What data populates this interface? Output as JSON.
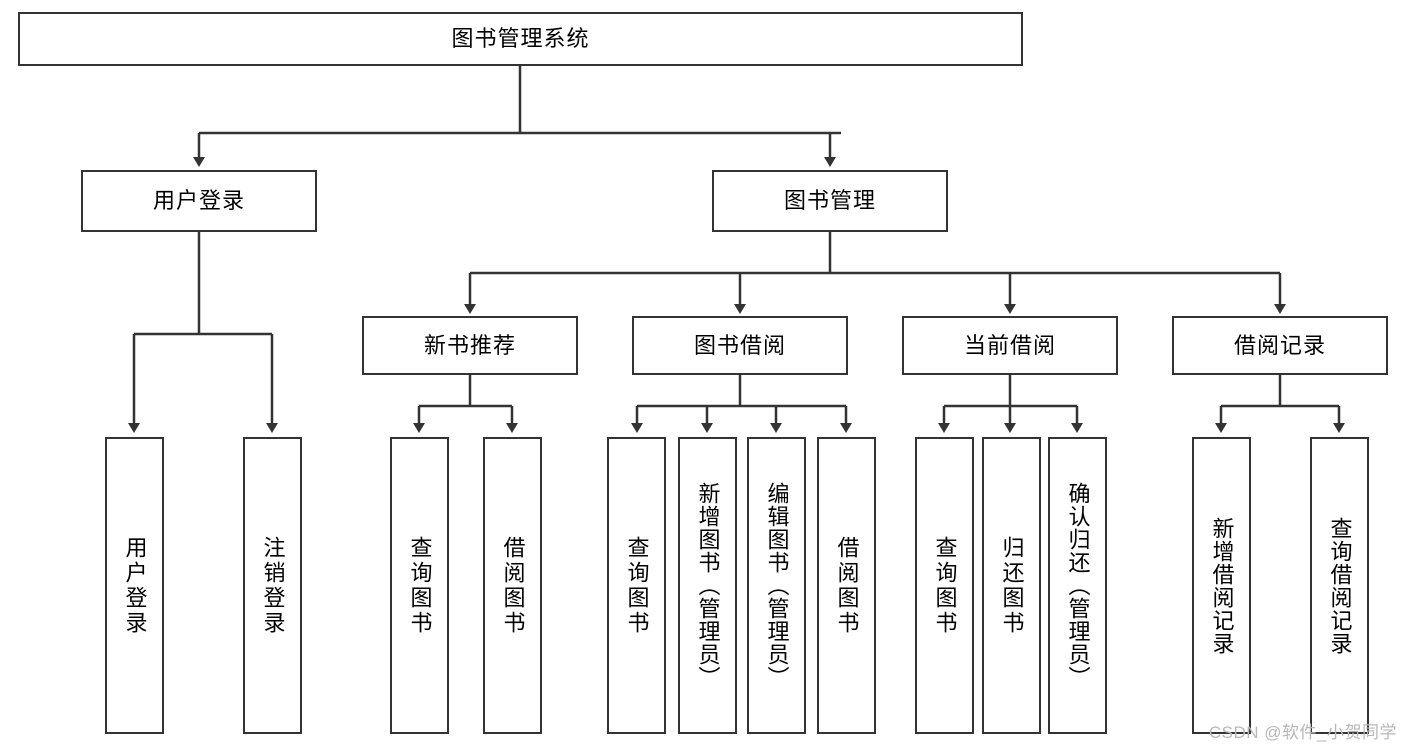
{
  "diagram": {
    "title": "图书管理系统",
    "type": "hierarchy-tree",
    "root": {
      "label": "图书管理系统"
    },
    "level2": [
      {
        "label": "用户登录"
      },
      {
        "label": "图书管理"
      }
    ],
    "level3": [
      {
        "label": "新书推荐"
      },
      {
        "label": "图书借阅"
      },
      {
        "label": "当前借阅"
      },
      {
        "label": "借阅记录"
      }
    ],
    "leaves": {
      "user_login": [
        {
          "label": "用户登录"
        },
        {
          "label": "注销登录"
        }
      ],
      "new_book_recommend": [
        {
          "label": "查询图书"
        },
        {
          "label": "借阅图书"
        }
      ],
      "book_borrow": [
        {
          "label": "查询图书"
        },
        {
          "label": "新增图书（管理员）"
        },
        {
          "label": "编辑图书（管理员）"
        },
        {
          "label": "借阅图书"
        }
      ],
      "current_borrow": [
        {
          "label": "查询图书"
        },
        {
          "label": "归还图书"
        },
        {
          "label": "确认归还（管理员）"
        }
      ],
      "borrow_record": [
        {
          "label": "新增借阅记录"
        },
        {
          "label": "查询借阅记录"
        }
      ]
    }
  },
  "watermark": {
    "text": "CSDN @软件_小贺同学"
  },
  "colors": {
    "stroke": "#333333",
    "background": "#ffffff",
    "text": "#000000",
    "watermark": "#b8b8b8"
  }
}
